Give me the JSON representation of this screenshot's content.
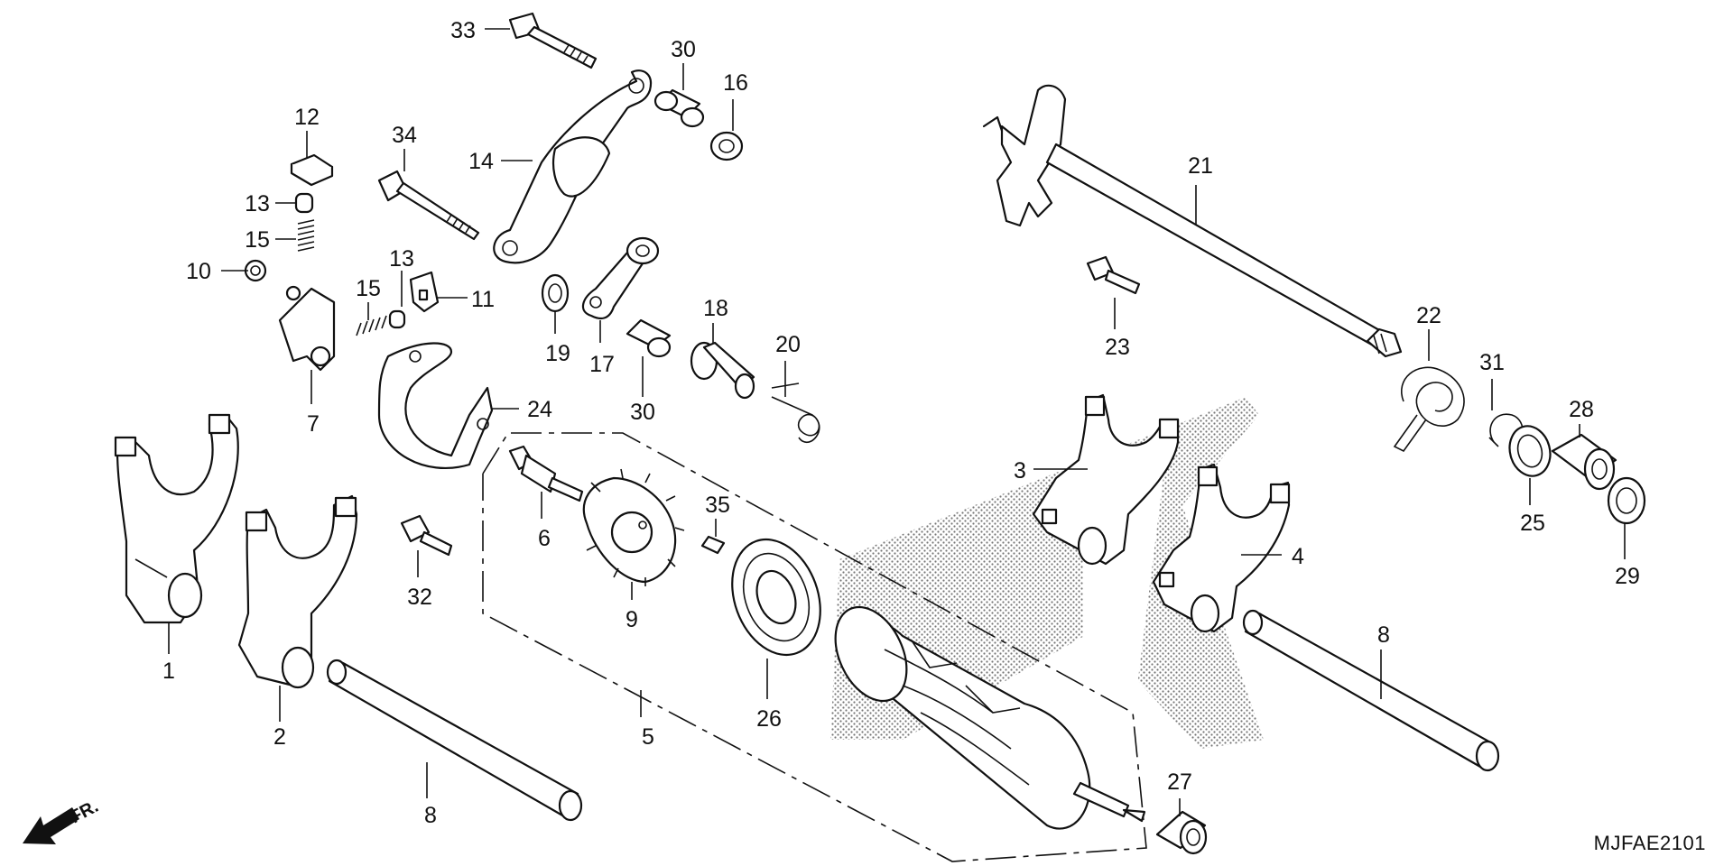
{
  "diagram": {
    "callouts": [
      "1",
      "2",
      "3",
      "4",
      "5",
      "6",
      "7",
      "8",
      "9",
      "10",
      "11",
      "12",
      "13",
      "14",
      "15",
      "16",
      "17",
      "18",
      "19",
      "20",
      "21",
      "22",
      "23",
      "24",
      "25",
      "26",
      "27",
      "28",
      "29",
      "30",
      "31",
      "32",
      "33",
      "34",
      "35"
    ],
    "direction_label": "FR.",
    "code": "MJFAE2101"
  }
}
